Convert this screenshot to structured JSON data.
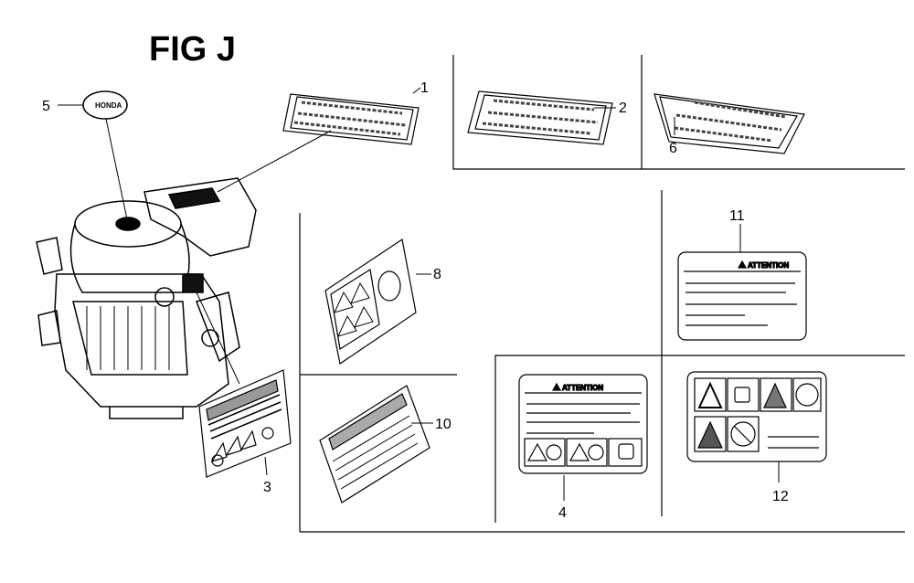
{
  "figure": {
    "title": "FIG J"
  },
  "callouts": {
    "p1": "1",
    "p2": "2",
    "p3": "3",
    "p4": "4",
    "p5": "5",
    "p6": "6",
    "p8": "8",
    "p10": "10",
    "p11": "11",
    "p12": "12"
  },
  "label_text": {
    "attention_11": "ATTENTION",
    "attention_4": "ATTENTION",
    "mark_5": "HONDA"
  }
}
